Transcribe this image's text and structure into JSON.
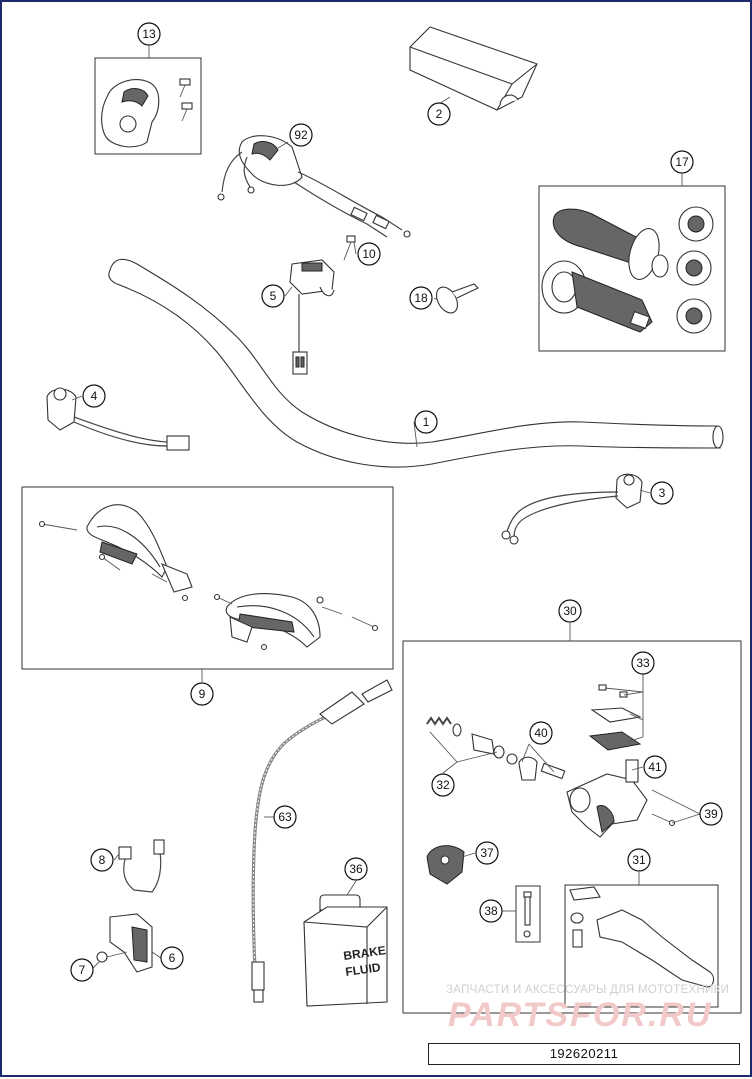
{
  "diagram": {
    "drawing_number": "192620211",
    "watermark": {
      "line1": "ЗАПЧАСТИ И АКСЕССУАРЫ ДЛЯ МОТОТЕХНИКИ",
      "brand": "PARTSFOR.RU"
    },
    "callouts": {
      "c1": "1",
      "c2": "2",
      "c3": "3",
      "c4": "4",
      "c5": "5",
      "c6": "6",
      "c7": "7",
      "c8": "8",
      "c9": "9",
      "c10": "10",
      "c13": "13",
      "c17": "17",
      "c18": "18",
      "c30": "30",
      "c31": "31",
      "c32": "32",
      "c33": "33",
      "c36": "36",
      "c37": "37",
      "c38": "38",
      "c39": "39",
      "c40": "40",
      "c41": "41",
      "c63": "63",
      "c92": "92"
    },
    "bottle_label": [
      "BRAKE",
      "FLUID"
    ]
  }
}
